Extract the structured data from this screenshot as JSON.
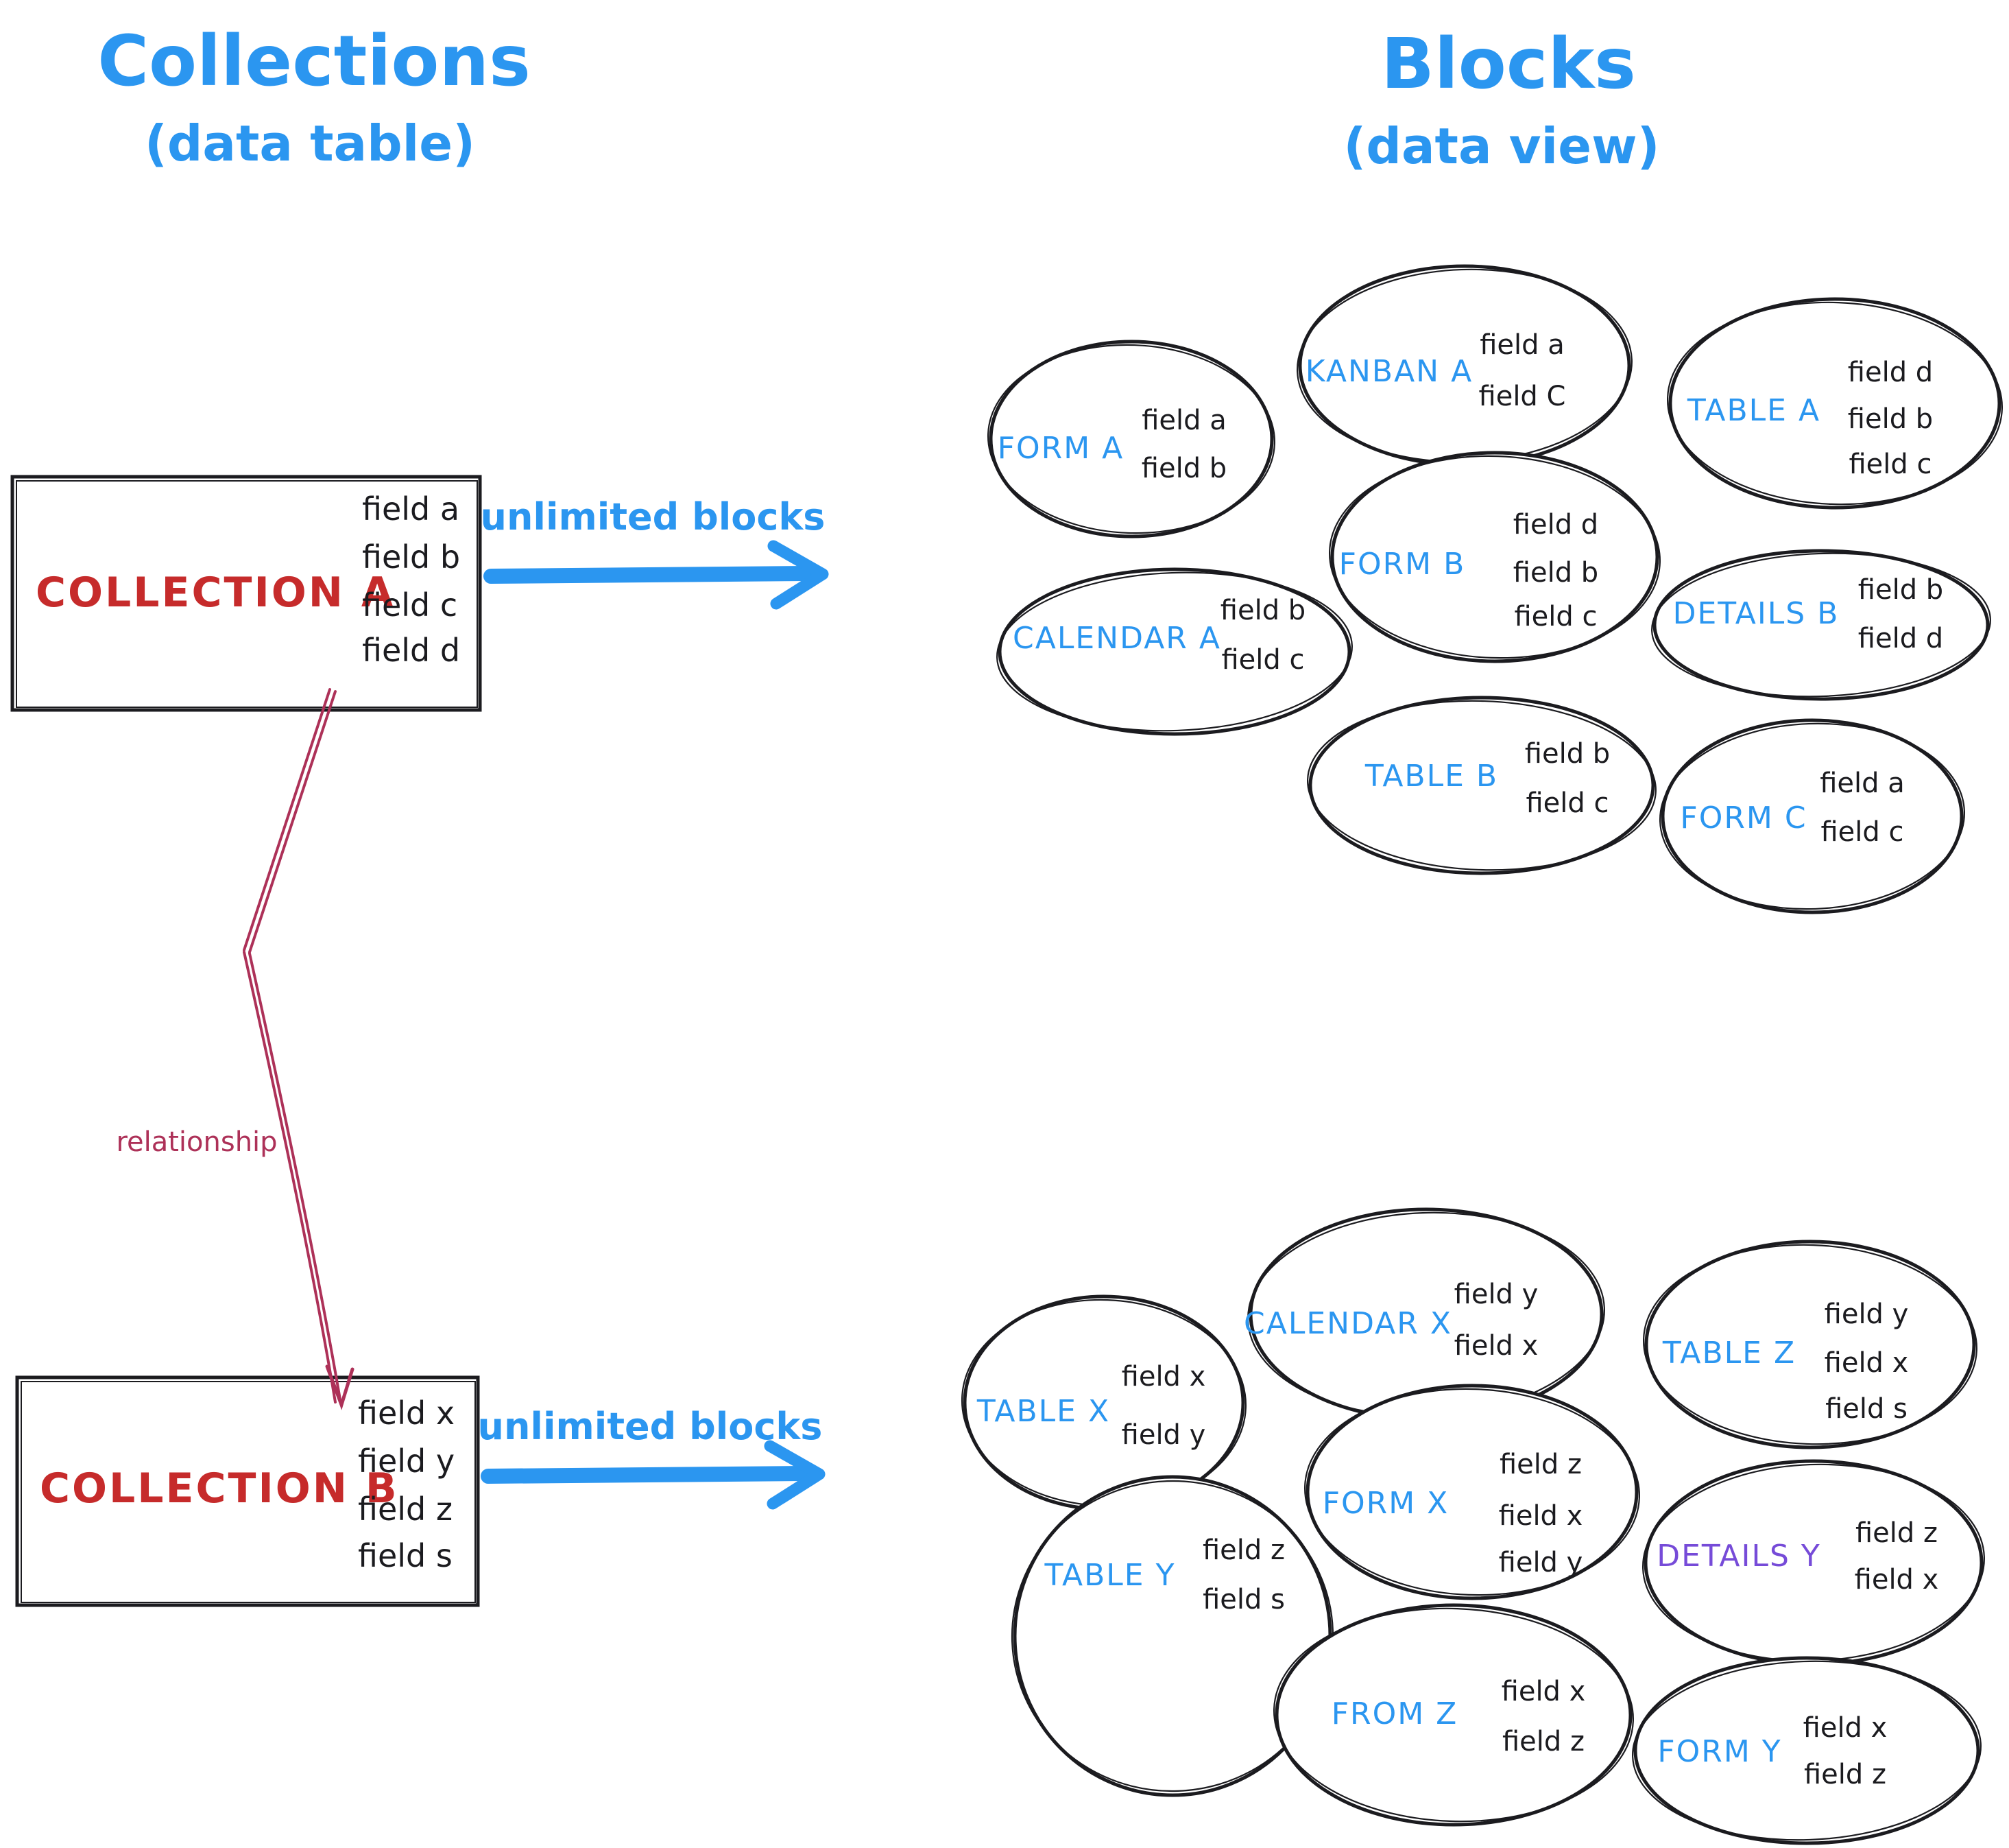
{
  "palette": {
    "blue": "#2b96f0",
    "red": "#c62b2b",
    "crimson": "#ad3158",
    "purple": "#764bd8",
    "ink": "#1b1b1f",
    "background": "#ffffff"
  },
  "headers": {
    "left": {
      "title": "Collections",
      "subtitle": "(data table)"
    },
    "right": {
      "title": "Blocks",
      "subtitle": "(data view)"
    }
  },
  "collections": [
    {
      "name": "COLLECTION A",
      "fields": [
        "field a",
        "field b",
        "field c",
        "field d"
      ]
    },
    {
      "name": "COLLECTION B",
      "fields": [
        "field x",
        "field y",
        "field z",
        "field s"
      ]
    }
  ],
  "arrows": {
    "top_label": "unlimited blocks",
    "bottom_label": "unlimited blocks",
    "relationship_label": "relationship"
  },
  "blocks_a": [
    {
      "label": "FORM A",
      "fields": [
        "field a",
        "field b"
      ]
    },
    {
      "label": "KANBAN A",
      "fields": [
        "field a",
        "field C"
      ]
    },
    {
      "label": "TABLE A",
      "fields": [
        "field d",
        "field b",
        "field c"
      ]
    },
    {
      "label": "CALENDAR A",
      "fields": [
        "field b",
        "field c"
      ]
    },
    {
      "label": "FORM B",
      "fields": [
        "field d",
        "field b",
        "field c"
      ]
    },
    {
      "label": "DETAILS B",
      "fields": [
        "field b",
        "field d"
      ]
    },
    {
      "label": "TABLE B",
      "fields": [
        "field b",
        "field c"
      ]
    },
    {
      "label": "FORM C",
      "fields": [
        "field a",
        "field c"
      ]
    }
  ],
  "blocks_b": [
    {
      "label": "TABLE X",
      "fields": [
        "field x",
        "field y"
      ]
    },
    {
      "label": "CALENDAR X",
      "fields": [
        "field y",
        "field x"
      ]
    },
    {
      "label": "TABLE Z",
      "fields": [
        "field y",
        "field x",
        "field s"
      ]
    },
    {
      "label": "TABLE Y",
      "fields": [
        "field z",
        "field s"
      ]
    },
    {
      "label": "FORM X",
      "fields": [
        "field z",
        "field x",
        "field y"
      ]
    },
    {
      "label": "DETAILS Y",
      "fields": [
        "field z",
        "field x"
      ],
      "label_color": "#764bd8"
    },
    {
      "label": "FROM Z",
      "fields": [
        "field x",
        "field z"
      ]
    },
    {
      "label": "FORM Y",
      "fields": [
        "field x",
        "field z"
      ]
    }
  ]
}
